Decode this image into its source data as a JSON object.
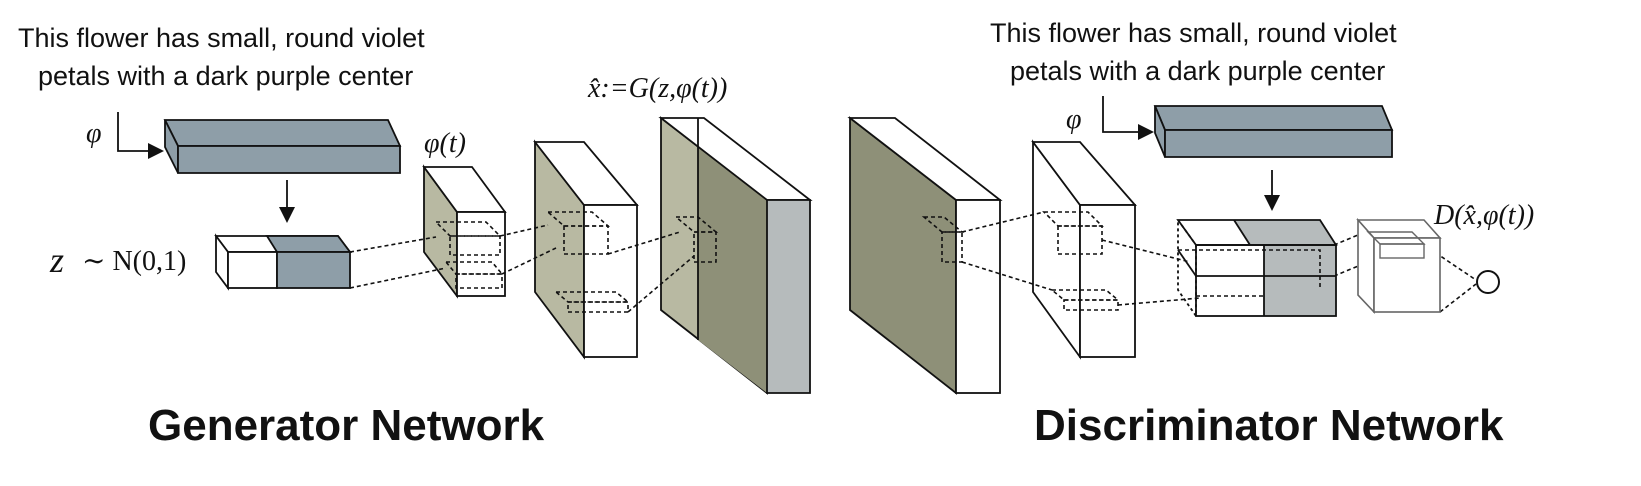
{
  "colors": {
    "text_embedding": "#8e9ea8",
    "feature_map": "#b8b9a2",
    "feature_map_dark": "#8e9078",
    "conditioning": "#b6bbbc"
  },
  "generator": {
    "caption_line1": "This flower has small, round violet",
    "caption_line2": "petals with a dark purple center",
    "embedding_symbol": "φ",
    "embedding_output": "φ(t)",
    "noise_var": "z",
    "noise_dist": "∼ N(0,1)",
    "output_label": "x̂:=G(z,φ(t))",
    "title": "Generator Network"
  },
  "discriminator": {
    "caption_line1": "This flower has small, round violet",
    "caption_line2": "petals with a dark purple center",
    "embedding_symbol": "φ",
    "output_label": "D(x̂,φ(t))",
    "title": "Discriminator Network"
  }
}
